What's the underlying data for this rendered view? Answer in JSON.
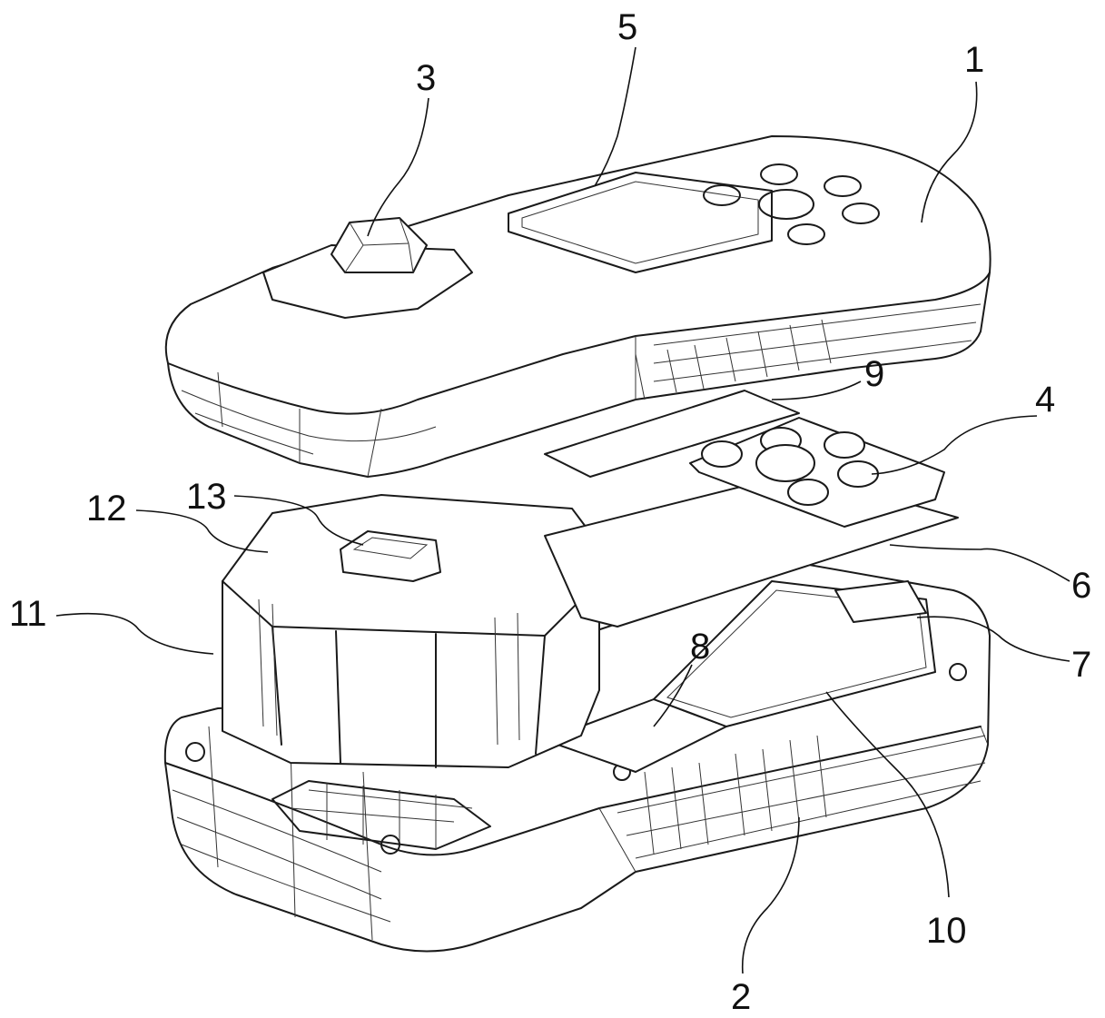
{
  "labels": {
    "l1": "1",
    "l2": "2",
    "l3": "3",
    "l4": "4",
    "l5": "5",
    "l6": "6",
    "l7": "7",
    "l8": "8",
    "l9": "9",
    "l10": "10",
    "l11": "11",
    "l12": "12",
    "l13": "13"
  },
  "colors": {
    "line": "#1a1a1a",
    "background": "#ffffff"
  }
}
